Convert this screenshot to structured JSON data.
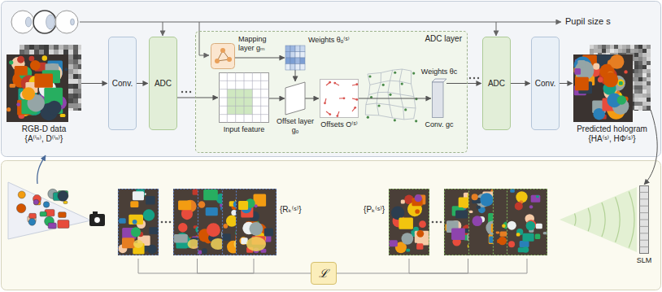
{
  "diagram": {
    "nodes": [
      {
        "text": [
          "RGB-D data",
          "{A⁽ⁱⁿ⁾, D⁽ⁱⁿ⁾}"
        ]
      },
      {
        "text": [
          "Conv."
        ]
      },
      {
        "text": [
          "ADC"
        ]
      },
      {
        "text": [
          "ADC layer"
        ]
      },
      {
        "text": [
          "Mapping layer gₘ"
        ],
        "in": 3
      },
      {
        "text": [
          "Weights θₒ⁽ˢ⁾"
        ],
        "in": 3
      },
      {
        "text": [
          "Input feature"
        ],
        "in": 3
      },
      {
        "text": [
          "Offset layer gₒ"
        ],
        "in": 3
      },
      {
        "text": [
          "Offsets O⁽ˢ⁾"
        ],
        "in": 3
      },
      {
        "text": [
          "Weights θc",
          "Conv. gc"
        ],
        "in": 3
      },
      {
        "text": [
          "ADC"
        ]
      },
      {
        "text": [
          "Conv."
        ]
      },
      {
        "text": [
          "Predicted hologram",
          "{HA⁽ˢ⁾, HΦ⁽ˢ⁾}"
        ]
      },
      {
        "text": [
          "{Rₖ⁽ˢ⁾}"
        ]
      },
      {
        "text": [
          "{Pₖ⁽ˢ⁾}"
        ]
      },
      {
        "text": [
          "ℒ"
        ]
      },
      {
        "text": [
          "SLM"
        ]
      }
    ],
    "edges": [
      {
        "from": 0,
        "to": 1,
        "arrow": "to"
      },
      {
        "from": 1,
        "to": 2,
        "arrow": "to"
      },
      {
        "from": 2,
        "to": 6,
        "arrow": "to"
      },
      {
        "from": 4,
        "to": 5,
        "arrow": "to"
      },
      {
        "from": 5,
        "to": 7,
        "arrow": "to"
      },
      {
        "from": 6,
        "to": 7,
        "arrow": "to"
      },
      {
        "from": 7,
        "to": 8,
        "arrow": "to"
      },
      {
        "from": 8,
        "to": 9,
        "arrow": "to"
      },
      {
        "from": 9,
        "to": 10,
        "arrow": "to"
      },
      {
        "from": 10,
        "to": 11,
        "arrow": "to"
      },
      {
        "from": 11,
        "to": 12,
        "arrow": "to"
      },
      {
        "from": 12,
        "to": 16,
        "arrow": "to"
      },
      {
        "from": 13,
        "to": 15,
        "arrow": "none"
      },
      {
        "from": 14,
        "to": 15,
        "arrow": "none"
      }
    ],
    "labels": [
      "Pupil size s"
    ]
  }
}
